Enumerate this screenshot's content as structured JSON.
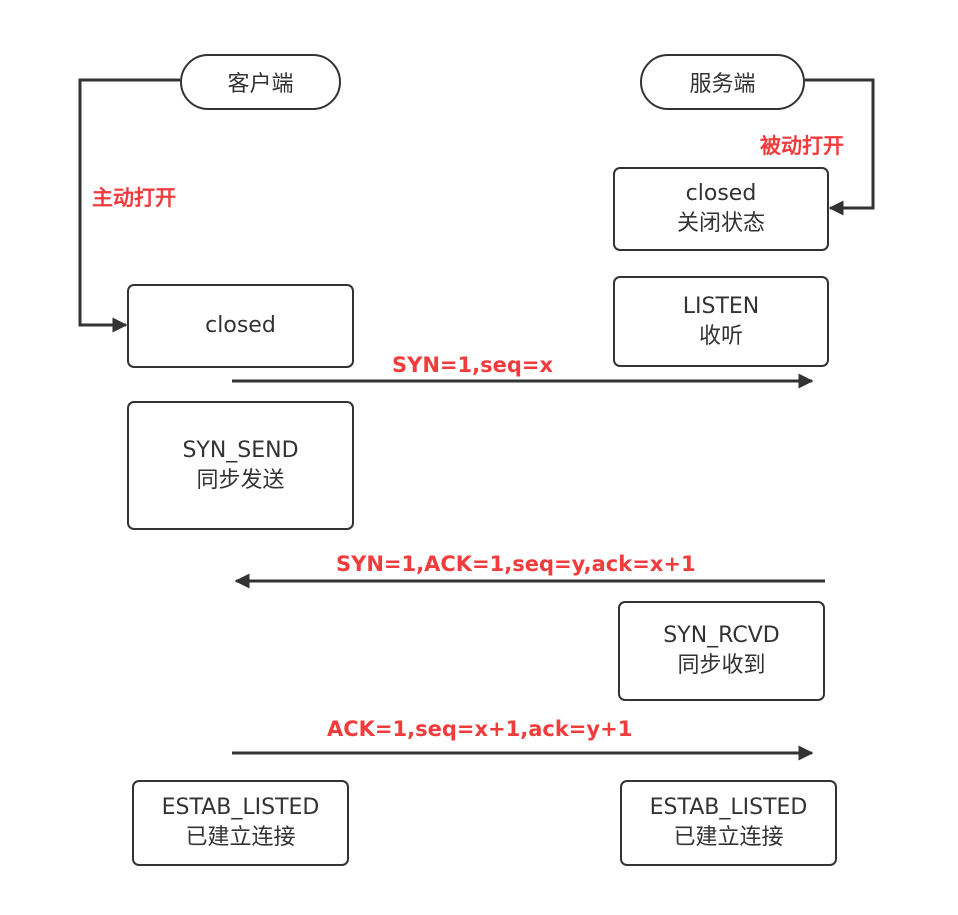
{
  "client": {
    "title": "客户端",
    "open_label": "主动打开"
  },
  "server": {
    "title": "服务端",
    "open_label": "被动打开"
  },
  "states": {
    "client_closed": [
      "closed"
    ],
    "server_closed": [
      "closed",
      "关闭状态"
    ],
    "server_listen": [
      "LISTEN",
      "收听"
    ],
    "client_syn_send": [
      "SYN_SEND",
      "同步发送"
    ],
    "server_syn_rcvd": [
      "SYN_RCVD",
      "同步收到"
    ],
    "client_established": [
      "ESTAB_LISTED",
      "已建立连接"
    ],
    "server_established": [
      "ESTAB_LISTED",
      "已建立连接"
    ]
  },
  "messages": {
    "syn": "SYN=1,seq=x",
    "syn_ack": "SYN=1,ACK=1,seq=y,ack=x+1",
    "ack": "ACK=1,seq=x+1,ack=y+1"
  },
  "colors": {
    "stroke": "#333333",
    "label_red": "#f03c3c"
  }
}
